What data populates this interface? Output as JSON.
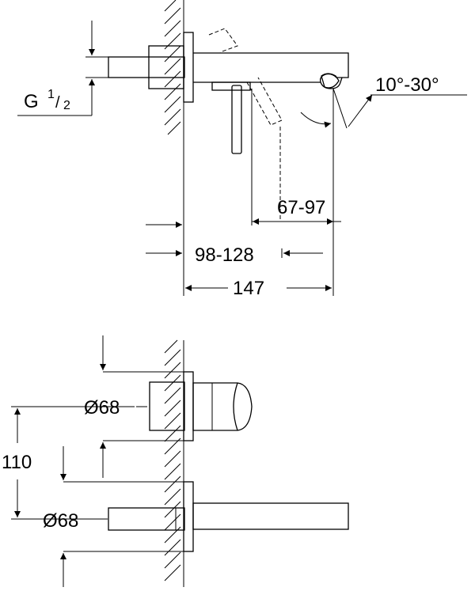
{
  "dimensions": {
    "thread": "G",
    "thread_num": "1",
    "thread_den": "2",
    "angle": "10°-30°",
    "spout_proj": "67-97",
    "wall_range": "98-128",
    "total_length": "147",
    "diameter_top": "Ø68",
    "diameter_bottom": "Ø68",
    "center_distance": "110"
  }
}
